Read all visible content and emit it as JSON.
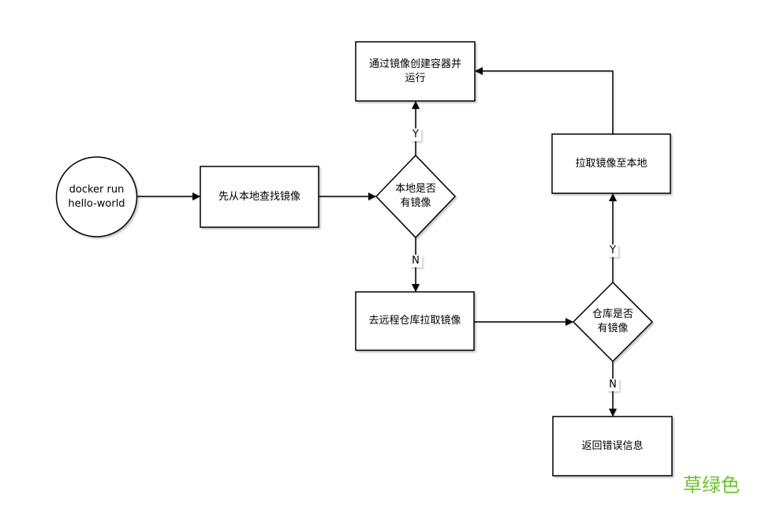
{
  "canvas": {
    "background": "#ffffff",
    "stroke": "#000000",
    "fill": "#ffffff"
  },
  "nodes": {
    "start": {
      "label": "docker run\nhello-world",
      "shape": "ellipse"
    },
    "find_local": {
      "label": "先从本地查找镜像",
      "shape": "rectangle"
    },
    "local_has": {
      "label": "本地是否\n有镜像",
      "shape": "diamond"
    },
    "create_container": {
      "label": "通过镜像创建容器并\n运行",
      "shape": "rectangle"
    },
    "pull_remote": {
      "label": "去远程仓库拉取镜像",
      "shape": "rectangle"
    },
    "repo_has": {
      "label": "仓库是否\n有镜像",
      "shape": "diamond"
    },
    "pull_to_local": {
      "label": "拉取镜像至本地",
      "shape": "rectangle"
    },
    "return_error": {
      "label": "返回错误信息",
      "shape": "rectangle"
    }
  },
  "edge_labels": {
    "local_yes": "Y",
    "local_no": "N",
    "repo_yes": "Y",
    "repo_no": "N"
  },
  "note": {
    "text": "草绿色",
    "color": "#6ac328"
  }
}
